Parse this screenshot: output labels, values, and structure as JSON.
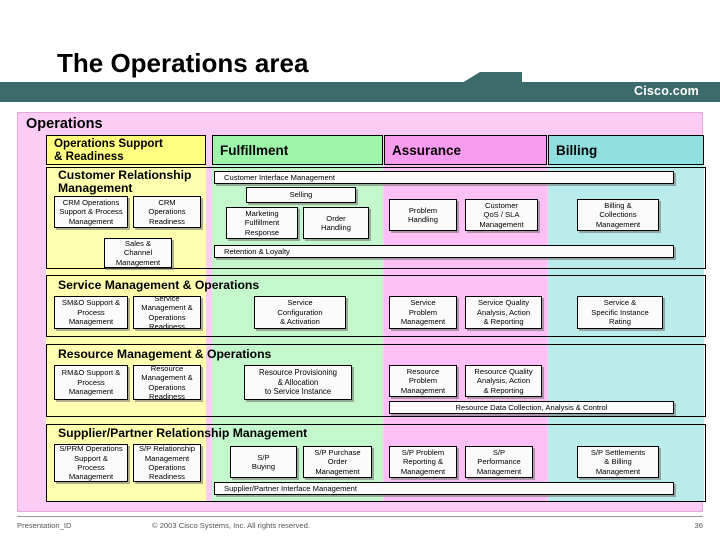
{
  "slide": {
    "title": "The Operations area",
    "brand": "Cisco.com"
  },
  "panel": {
    "title": "Operations",
    "columns": [
      {
        "id": "osr",
        "label": "Operations Support\n& Readiness",
        "color": "#ffff80"
      },
      {
        "id": "fulfillment",
        "label": "Fulfillment",
        "color": "#9cf5a9"
      },
      {
        "id": "assurance",
        "label": "Assurance",
        "color": "#f99cf0"
      },
      {
        "id": "billing",
        "label": "Billing",
        "color": "#8fe0de"
      }
    ],
    "rows": [
      {
        "id": "crm",
        "title": "Customer Relationship",
        "title2": "Management",
        "top_strip": "Customer Interface Management",
        "bottom_strip": "Retention & Loyalty",
        "boxes": {
          "osr": [
            "CRM Operations\nSupport & Process\nManagement",
            "CRM\nOperations\nReadiness",
            "Sales &\nChannel\nManagement"
          ],
          "fulfillment": [
            "Selling",
            "Marketing\nFulfillment\nResponse",
            "Order\nHandling"
          ],
          "assurance": [
            "Problem\nHandling",
            "Customer\nQoS / SLA\nManagement"
          ],
          "billing": [
            "Billing &\nCollections\nManagement"
          ]
        }
      },
      {
        "id": "smo",
        "title": "Service Management & Operations",
        "boxes": {
          "osr": [
            "SM&O Support &\nProcess\nManagement",
            "Service\nManagement &\nOperations\nReadiness"
          ],
          "fulfillment": [
            "Service\nConfiguration\n& Activation"
          ],
          "assurance": [
            "Service\nProblem\nManagement",
            "Service Quality\nAnalysis, Action\n& Reporting"
          ],
          "billing": [
            "Service &\nSpecific Instance\nRating"
          ]
        }
      },
      {
        "id": "rmo",
        "title": "Resource Management & Operations",
        "bottom_strip": "Resource Data Collection, Analysis & Control",
        "boxes": {
          "osr": [
            "RM&O Support &\nProcess\nManagement",
            "Resource\nManagement &\nOperations\nReadiness"
          ],
          "fulfillment": [
            "Resource Provisioning\n& Allocation\nto Service Instance"
          ],
          "assurance": [
            "Resource\nProblem\nManagement",
            "Resource Quality\nAnalysis, Action\n& Reporting"
          ],
          "billing": []
        }
      },
      {
        "id": "sprm",
        "title": "Supplier/Partner Relationship Management",
        "bottom_strip": "Supplier/Partner Interface Management",
        "boxes": {
          "osr": [
            "S/PRM Operations\nSupport &\nProcess\nManagement",
            "S/P  Relationship\nManagement\nOperations\nReadiness"
          ],
          "fulfillment": [
            "S/P\nBuying",
            "S/P Purchase\nOrder\nManagement"
          ],
          "assurance": [
            "S/P Problem\nReporting &\nManagement",
            "S/P\nPerformance\nManagement"
          ],
          "billing": [
            "S/P Settlements\n& Billing\nManagement"
          ]
        }
      }
    ]
  },
  "footer": {
    "presentation_id": "Presentation_ID",
    "copyright": "© 2003 Cisco Systems, Inc. All rights reserved.",
    "page": "36"
  }
}
